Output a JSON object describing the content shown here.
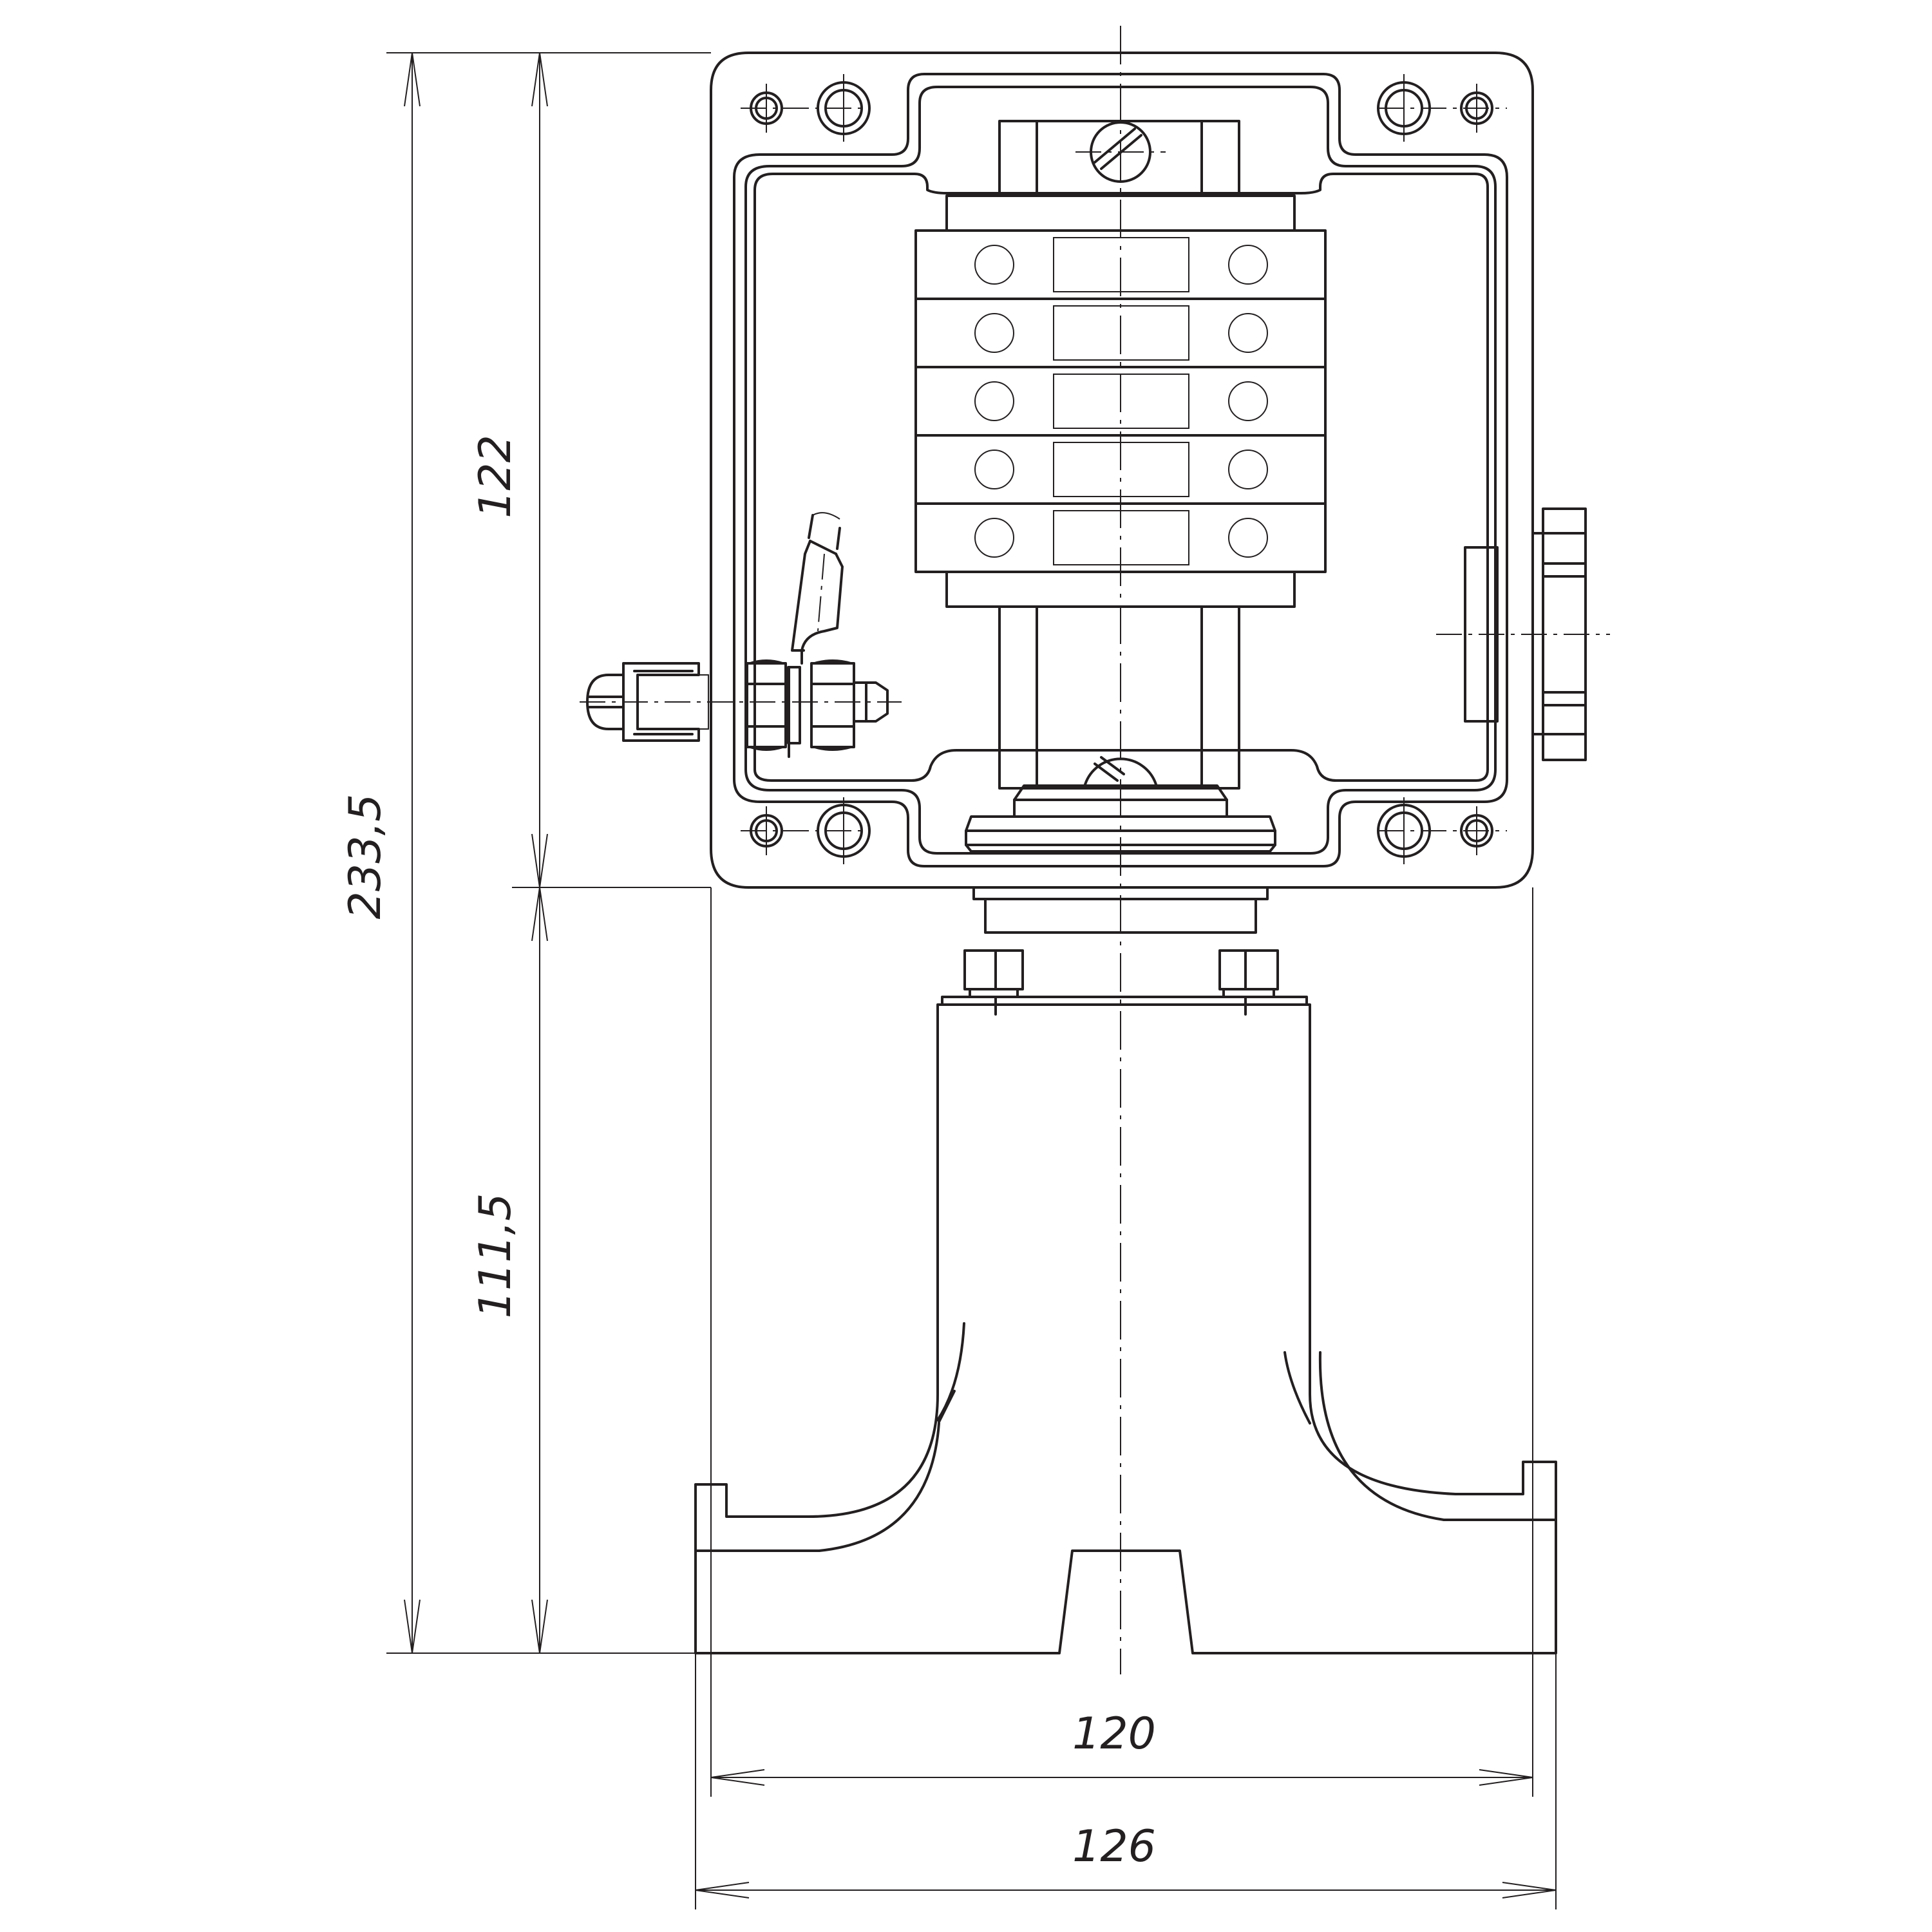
{
  "dimensions": {
    "total_height": "233,5",
    "box_height": "122",
    "base_height": "111,5",
    "box_width": "120",
    "base_width": "126"
  },
  "colors": {
    "line": "#231f20",
    "background": "#ffffff"
  }
}
